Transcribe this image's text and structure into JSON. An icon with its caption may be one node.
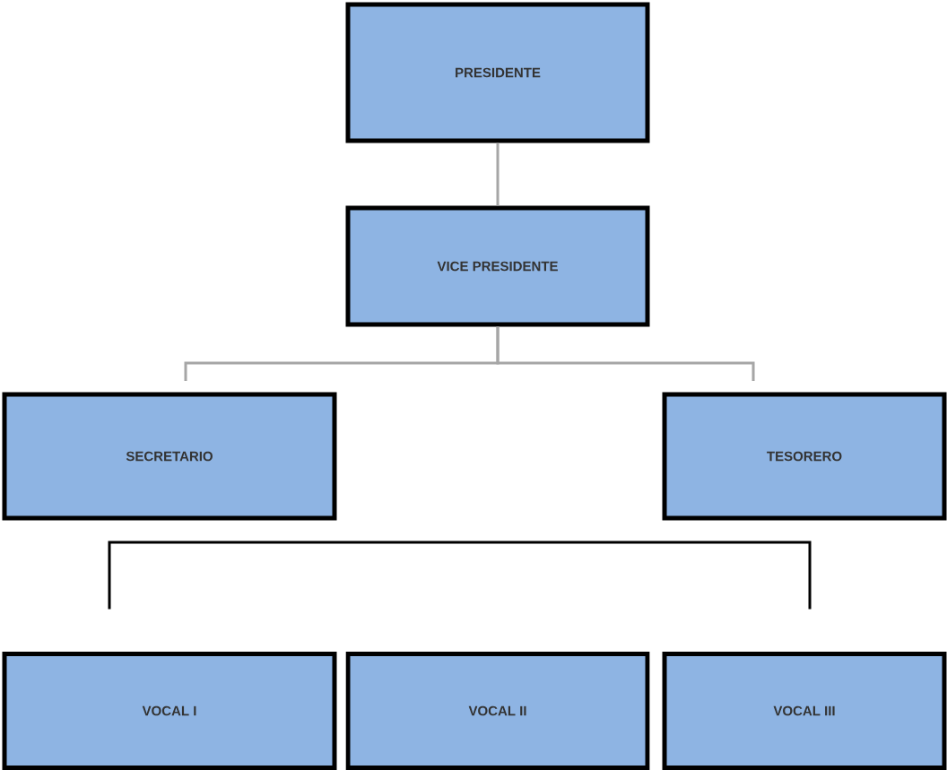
{
  "diagram": {
    "nodes": [
      {
        "text": [
          "PRESIDENTE"
        ]
      },
      {
        "text": [
          "VICE   PRESIDENTE"
        ]
      },
      {
        "text": [
          "SECRETARIO"
        ]
      },
      {
        "text": [
          "TESORERO"
        ]
      },
      {
        "text": [
          "VOCAL I"
        ]
      },
      {
        "text": [
          "VOCAL II"
        ]
      },
      {
        "text": [
          "VOCAL III"
        ]
      }
    ],
    "edges": [
      {
        "from": 0,
        "to": 1,
        "arrow": "none"
      },
      {
        "from": 1,
        "to": 2,
        "arrow": "none"
      },
      {
        "from": 1,
        "to": 3,
        "arrow": "none"
      },
      {
        "from": null,
        "to": 4,
        "arrow": "none",
        "color": "#000000"
      },
      {
        "from": null,
        "to": 6,
        "arrow": "none",
        "color": "#000000"
      }
    ]
  }
}
